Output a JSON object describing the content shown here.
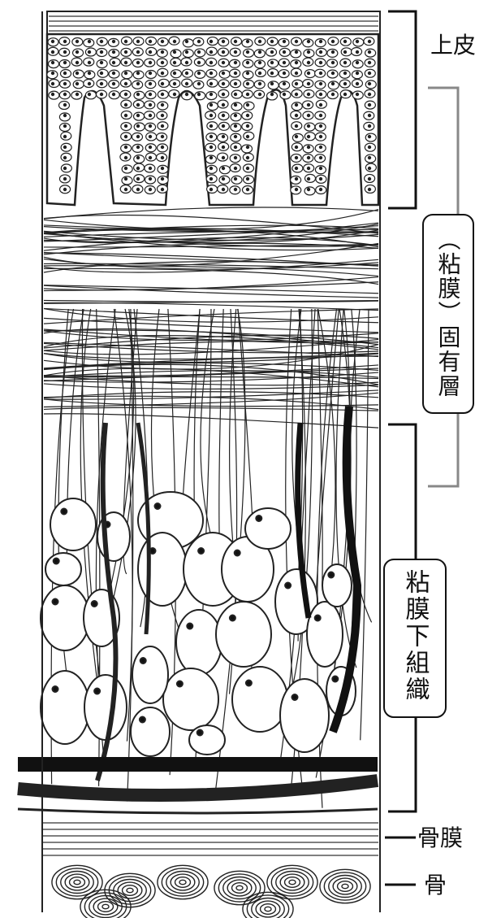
{
  "labels": {
    "epithelium": "上皮",
    "lamina_propria": "（粘膜）固有層",
    "submucosa": "粘膜下組織",
    "periosteum": "骨膜",
    "bone": "骨"
  }
}
